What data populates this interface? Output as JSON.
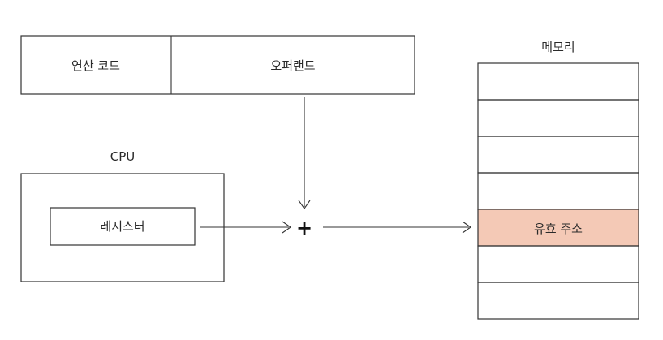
{
  "instruction": {
    "opcode_label": "연산 코드",
    "operand_label": "오퍼랜드"
  },
  "cpu": {
    "title": "CPU",
    "register_label": "레지스터"
  },
  "adder": {
    "symbol": "+"
  },
  "memory": {
    "title": "메모리",
    "highlight_label": "유효 주소",
    "cell_count": 7,
    "highlight_index": 4,
    "highlight_color": "#f4c9b6"
  }
}
